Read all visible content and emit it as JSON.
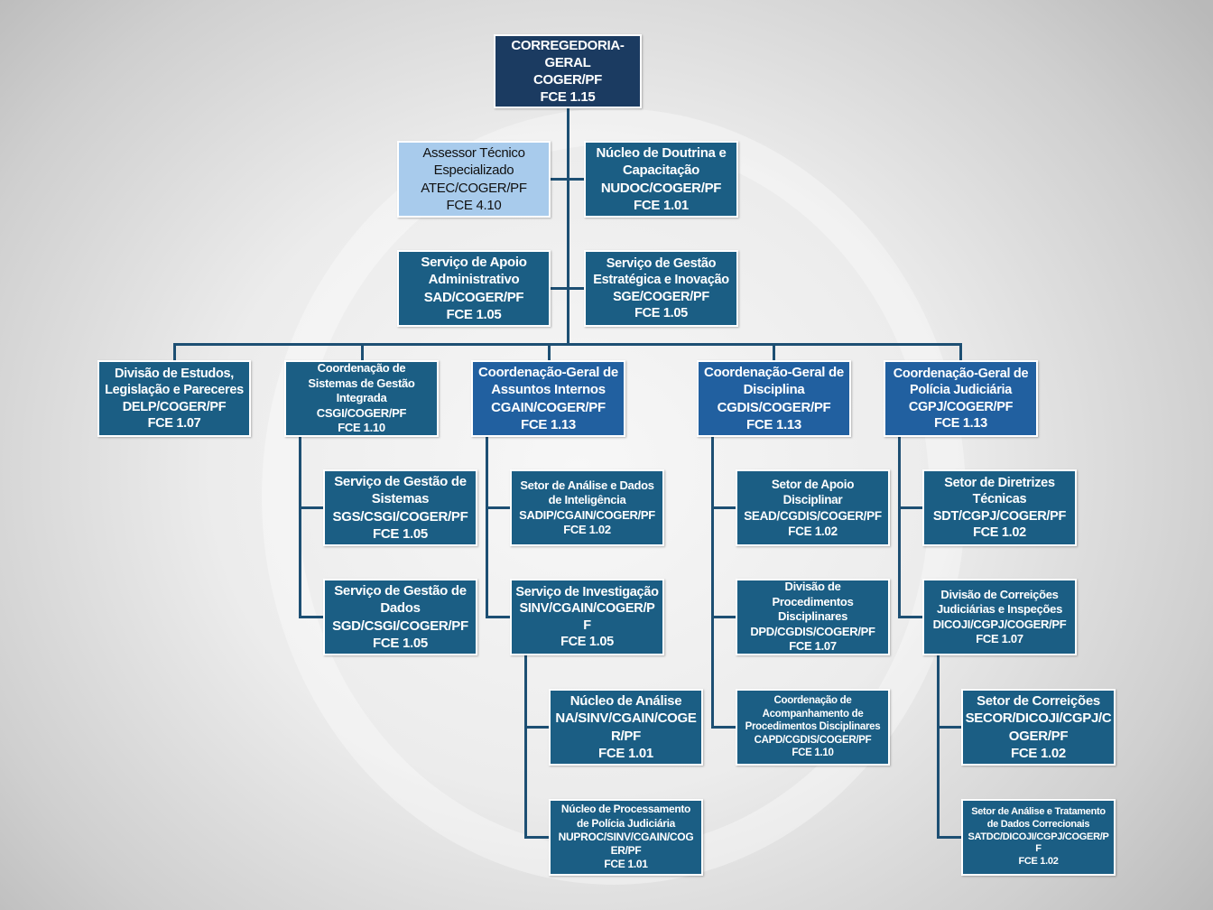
{
  "title": "Organograma COGER/PF",
  "colors": {
    "top": "#1b3b61",
    "unit": "#1b5e84",
    "general_coordination": "#2160a0",
    "advisor": "#a8cbec",
    "connector": "#1d4f73"
  },
  "boxes": [
    {
      "id": "coger",
      "lines": [
        "CORREGEDORIA-",
        "GERAL",
        "COGER/PF",
        "FCE 1.15"
      ]
    },
    {
      "id": "atec",
      "lines": [
        "Assessor Técnico",
        "Especializado",
        "ATEC/COGER/PF",
        "FCE 4.10"
      ]
    },
    {
      "id": "nudoc",
      "lines": [
        "Núcleo de Doutrina e",
        "Capacitação",
        "NUDOC/COGER/PF",
        "FCE 1.01"
      ]
    },
    {
      "id": "sad",
      "lines": [
        "Serviço de Apoio",
        "Administrativo",
        "SAD/COGER/PF",
        "FCE 1.05"
      ]
    },
    {
      "id": "sge",
      "lines": [
        "Serviço de Gestão",
        "Estratégica e Inovação",
        "SGE/COGER/PF",
        "FCE 1.05"
      ]
    },
    {
      "id": "delp",
      "lines": [
        "Divisão de Estudos,",
        "Legislação e Pareceres",
        "DELP/COGER/PF",
        "FCE 1.07"
      ]
    },
    {
      "id": "csgi",
      "lines": [
        "Coordenação de",
        "Sistemas de Gestão",
        "Integrada",
        "CSGI/COGER/PF",
        "FCE 1.10"
      ]
    },
    {
      "id": "cgain",
      "lines": [
        "Coordenação-Geral de",
        "Assuntos Internos",
        "CGAIN/COGER/PF",
        "FCE 1.13"
      ]
    },
    {
      "id": "cgdis",
      "lines": [
        "Coordenação-Geral de",
        "Disciplina",
        "CGDIS/COGER/PF",
        "FCE 1.13"
      ]
    },
    {
      "id": "cgpj",
      "lines": [
        "Coordenação-Geral de",
        "Polícia Judiciária",
        "CGPJ/COGER/PF",
        "FCE 1.13"
      ]
    },
    {
      "id": "sgs",
      "lines": [
        "Serviço de Gestão de",
        "Sistemas",
        "SGS/CSGI/COGER/PF",
        "FCE 1.05"
      ]
    },
    {
      "id": "sgd",
      "lines": [
        "Serviço de Gestão de",
        "Dados",
        "SGD/CSGI/COGER/PF",
        "FCE 1.05"
      ]
    },
    {
      "id": "sadip",
      "lines": [
        "Setor de Análise e Dados",
        "de Inteligência",
        "SADIP/CGAIN/COGER/PF",
        "FCE 1.02"
      ]
    },
    {
      "id": "sinv",
      "lines": [
        "Serviço de Investigação",
        "SINV/CGAIN/COGER/P",
        "F",
        "FCE 1.05"
      ]
    },
    {
      "id": "na",
      "lines": [
        "Núcleo de Análise",
        "NA/SINV/CGAIN/COGE",
        "R/PF",
        "FCE 1.01"
      ]
    },
    {
      "id": "nuproc",
      "lines": [
        "Núcleo de Processamento",
        "de Polícia Judiciária",
        "NUPROC/SINV/CGAIN/COG",
        "ER/PF",
        "FCE 1.01"
      ]
    },
    {
      "id": "sead",
      "lines": [
        "Setor de Apoio",
        "Disciplinar",
        "SEAD/CGDIS/COGER/PF",
        "FCE 1.02"
      ]
    },
    {
      "id": "dpd",
      "lines": [
        "Divisão de",
        "Procedimentos",
        "Disciplinares",
        "DPD/CGDIS/COGER/PF",
        "FCE 1.07"
      ]
    },
    {
      "id": "capd",
      "lines": [
        "Coordenação de",
        "Acompanhamento de",
        "Procedimentos Disciplinares",
        "CAPD/CGDIS/COGER/PF",
        "FCE 1.10"
      ]
    },
    {
      "id": "sdt",
      "lines": [
        "Setor de Diretrizes",
        "Técnicas",
        "SDT/CGPJ/COGER/PF",
        "FCE 1.02"
      ]
    },
    {
      "id": "dicoji",
      "lines": [
        "Divisão de Correições",
        "Judiciárias e Inspeções",
        "DICOJI/CGPJ/COGER/PF",
        "FCE 1.07"
      ]
    },
    {
      "id": "secor",
      "lines": [
        "Setor de Correições",
        "SECOR/DICOJI/CGPJ/C",
        "OGER/PF",
        "FCE 1.02"
      ]
    },
    {
      "id": "satdc",
      "lines": [
        "Setor de Análise e Tratamento",
        "de Dados Correcionais",
        "SATDC/DICOJI/CGPJ/COGER/P",
        "F",
        "FCE 1.02"
      ]
    }
  ]
}
